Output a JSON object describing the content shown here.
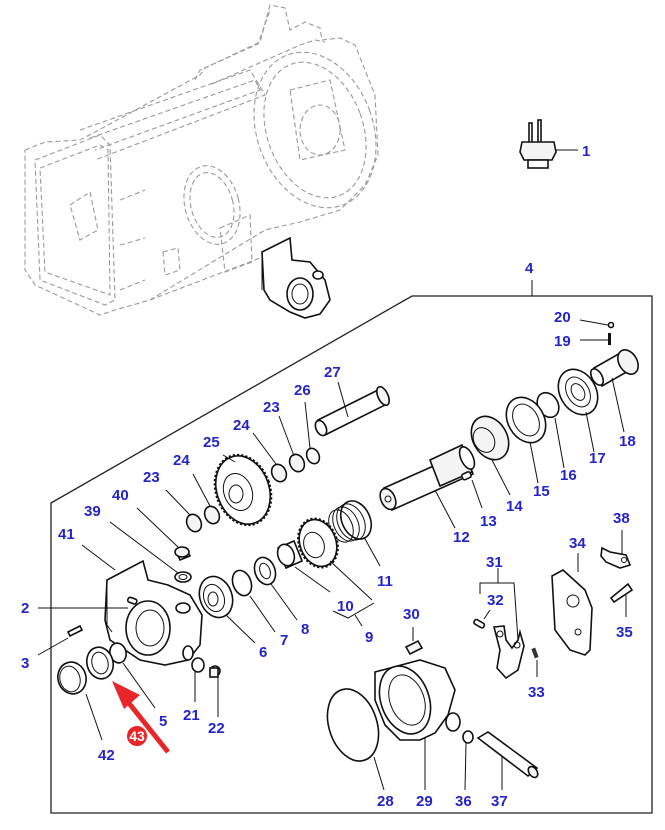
{
  "diagram": {
    "title": "Exploded parts diagram - transmission PTO housing assembly",
    "label_color": "#2424cc",
    "highlight_color": "#e8262a",
    "callouts": {
      "c1": "1",
      "c2": "2",
      "c3": "3",
      "c4": "4",
      "c5": "5",
      "c6": "6",
      "c7": "7",
      "c8": "8",
      "c9": "9",
      "c10": "10",
      "c11": "11",
      "c12": "12",
      "c13": "13",
      "c14": "14",
      "c15": "15",
      "c16": "16",
      "c17": "17",
      "c18": "18",
      "c19": "19",
      "c20": "20",
      "c21": "21",
      "c22": "22",
      "c23a": "23",
      "c23b": "23",
      "c24a": "24",
      "c24b": "24",
      "c25": "25",
      "c26": "26",
      "c27": "27",
      "c28": "28",
      "c29": "29",
      "c30": "30",
      "c31": "31",
      "c32": "32",
      "c33": "33",
      "c34": "34",
      "c35": "35",
      "c36": "36",
      "c37": "37",
      "c38": "38",
      "c39": "39",
      "c40": "40",
      "c41": "41",
      "c42": "42"
    },
    "highlight": {
      "label": "43",
      "icon": "red-arrow-icon"
    }
  }
}
